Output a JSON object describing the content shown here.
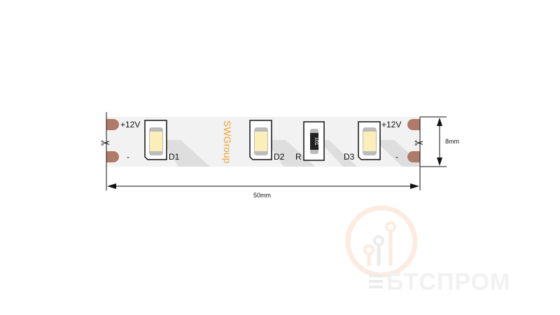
{
  "diagram": {
    "brand_on_strip": "SWGroup",
    "left_plus_label": "+12V",
    "left_minus_label": "-",
    "right_plus_label": "+12V",
    "right_minus_label": "-",
    "leds": [
      "D1",
      "D2",
      "D3"
    ],
    "resistor_label": "R",
    "resistor_code": "101",
    "length_label": "50mm",
    "width_label": "8mm"
  },
  "watermark": {
    "text": "БТСПРОМ"
  },
  "colors": {
    "pad": "#b07a6a",
    "brand": "#f5a030",
    "led": "#fbeeb8",
    "strip": "#f2f2f2",
    "shadow": "#dcdcdc"
  }
}
